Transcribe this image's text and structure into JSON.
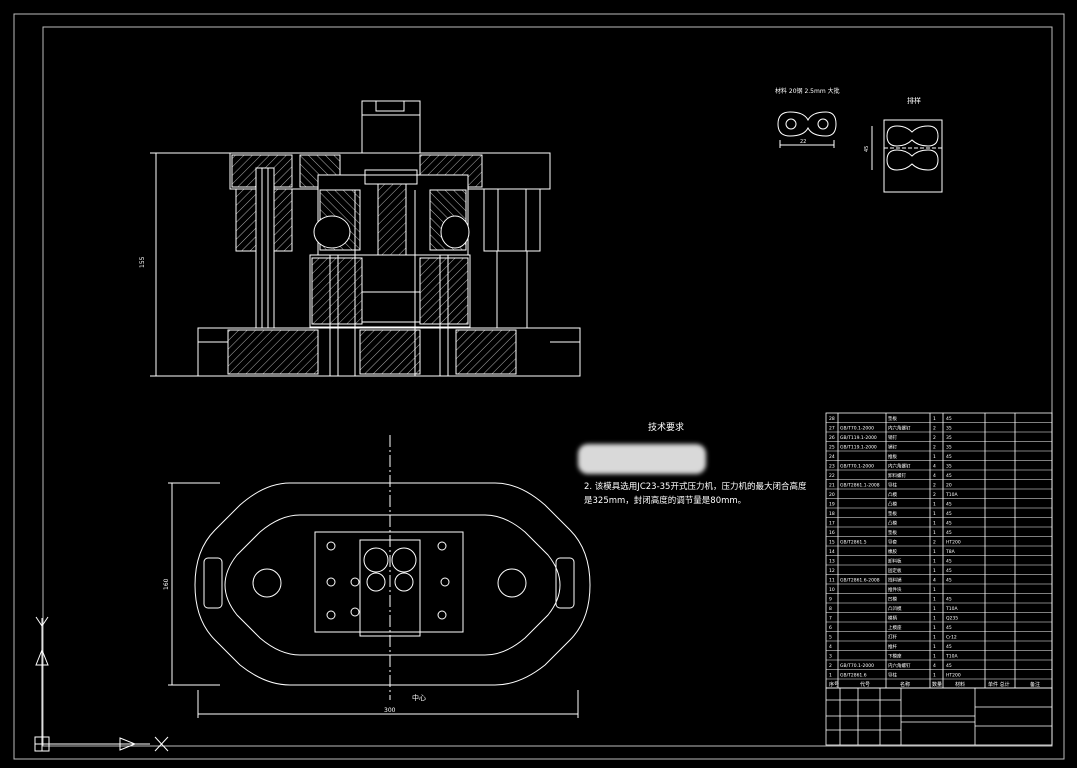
{
  "colors": {
    "background": "#000000",
    "line": "#ffffff",
    "border": "#bdbdbd"
  },
  "tech_requirements": {
    "title": "技术要求",
    "note": "2. 该模具选用JC23-35开式压力机，压力机的最大闭合高度是325mm，封闭高度的调节量是80mm。"
  },
  "dimensions": {
    "front_height": "155",
    "rivet_width": "22",
    "plan_width": "300",
    "plan_height": "160",
    "blank_height": "45"
  },
  "part_note": "材料 20钢 2.5mm 大批",
  "layout_label": "排样",
  "center_label": "中心",
  "bom": {
    "rows": [
      {
        "no": "28",
        "std": "",
        "name": "垫板",
        "qty": "1",
        "mat": "45"
      },
      {
        "no": "27",
        "std": "GB/T70.1-2000",
        "name": "内六角螺钉",
        "qty": "2",
        "mat": "35"
      },
      {
        "no": "26",
        "std": "GB/T119.1-2000",
        "name": "销钉",
        "qty": "2",
        "mat": "35"
      },
      {
        "no": "25",
        "std": "GB/T119.1-2000",
        "name": "销钉",
        "qty": "2",
        "mat": "35"
      },
      {
        "no": "24",
        "std": "",
        "name": "推板",
        "qty": "1",
        "mat": "45"
      },
      {
        "no": "23",
        "std": "GB/T70.1-2000",
        "name": "内六角螺钉",
        "qty": "4",
        "mat": "35"
      },
      {
        "no": "22",
        "std": "",
        "name": "卸料螺钉",
        "qty": "4",
        "mat": "45"
      },
      {
        "no": "21",
        "std": "GB/T2861.1-2008",
        "name": "导柱",
        "qty": "2",
        "mat": "20"
      },
      {
        "no": "20",
        "std": "",
        "name": "凸模",
        "qty": "2",
        "mat": "T10A"
      },
      {
        "no": "19",
        "std": "",
        "name": "凸模",
        "qty": "1",
        "mat": "45"
      },
      {
        "no": "18",
        "std": "",
        "name": "垫板",
        "qty": "1",
        "mat": "45"
      },
      {
        "no": "17",
        "std": "",
        "name": "凸模",
        "qty": "1",
        "mat": "45"
      },
      {
        "no": "16",
        "std": "",
        "name": "垫板",
        "qty": "1",
        "mat": "45"
      },
      {
        "no": "15",
        "std": "GB/T2861.5",
        "name": "导套",
        "qty": "2",
        "mat": "HT200"
      },
      {
        "no": "14",
        "std": "",
        "name": "橡胶",
        "qty": "1",
        "mat": "T8A"
      },
      {
        "no": "13",
        "std": "",
        "name": "卸料板",
        "qty": "1",
        "mat": "45"
      },
      {
        "no": "12",
        "std": "",
        "name": "固定板",
        "qty": "1",
        "mat": "45"
      },
      {
        "no": "11",
        "std": "GB/T2861.6-2008",
        "name": "挡料销",
        "qty": "4",
        "mat": "45"
      },
      {
        "no": "10",
        "std": "",
        "name": "推件块",
        "qty": "1",
        "mat": ""
      },
      {
        "no": "9",
        "std": "",
        "name": "凹模",
        "qty": "1",
        "mat": "45"
      },
      {
        "no": "8",
        "std": "",
        "name": "凸凹模",
        "qty": "1",
        "mat": "T10A"
      },
      {
        "no": "7",
        "std": "",
        "name": "模柄",
        "qty": "1",
        "mat": "Q235"
      },
      {
        "no": "6",
        "std": "",
        "name": "上模座",
        "qty": "1",
        "mat": "45"
      },
      {
        "no": "5",
        "std": "",
        "name": "打杆",
        "qty": "1",
        "mat": "Cr12"
      },
      {
        "no": "4",
        "std": "",
        "name": "推杆",
        "qty": "1",
        "mat": "45"
      },
      {
        "no": "3",
        "std": "",
        "name": "下模座",
        "qty": "1",
        "mat": "T10A"
      },
      {
        "no": "2",
        "std": "GB/T70.1-2000",
        "name": "内六角螺钉",
        "qty": "4",
        "mat": "45"
      },
      {
        "no": "1",
        "std": "GB/T2861.6",
        "name": "导柱",
        "qty": "1",
        "mat": "HT200"
      }
    ],
    "header": {
      "no": "序号",
      "std": "代号",
      "name": "名称",
      "qty": "数量",
      "mat": "材料",
      "weight": "单件 总计",
      "note": "备注"
    }
  }
}
